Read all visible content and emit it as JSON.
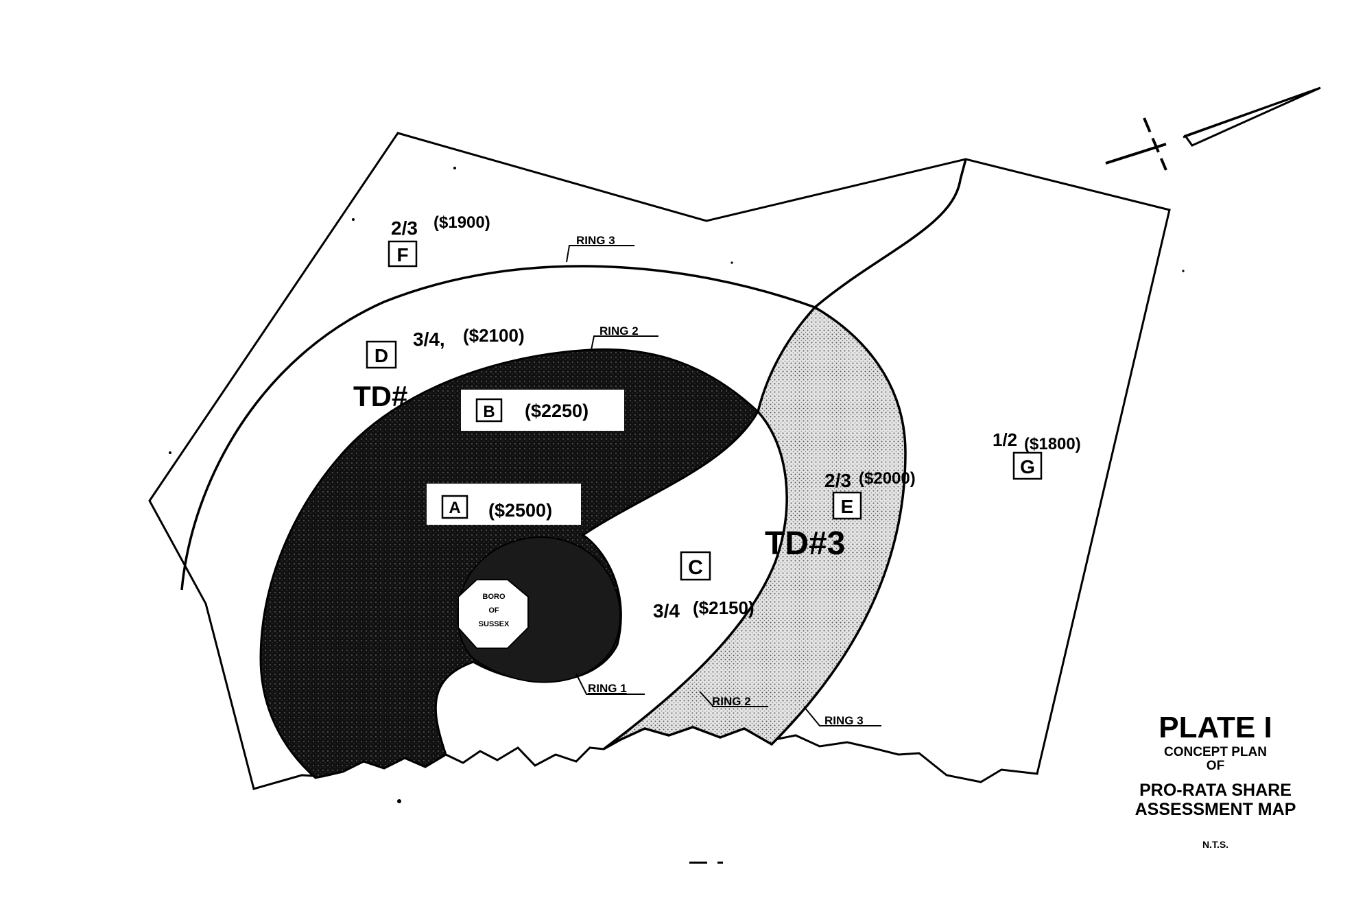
{
  "colors": {
    "ink": "#000000",
    "paper": "#ffffff",
    "stipple_light": "#d9d9d9",
    "stipple_dark": "#1a1a1a"
  },
  "zones": {
    "a": {
      "letter": "A",
      "share": "($2500)"
    },
    "b": {
      "letter": "B",
      "share": "($2250)"
    },
    "c": {
      "letter": "C",
      "fraction": "3/4",
      "share": "($2150)"
    },
    "d": {
      "letter": "D",
      "fraction": "3/4,",
      "share": "($2100)"
    },
    "e": {
      "letter": "E",
      "fraction": "2/3",
      "share": "($2000)"
    },
    "f": {
      "letter": "F",
      "fraction": "2/3",
      "share": "($1900)"
    },
    "g": {
      "letter": "G",
      "fraction": "1/2",
      "share": "($1800)"
    }
  },
  "districts": {
    "td_left": "TD#",
    "td_right": "TD#3"
  },
  "rings": {
    "ring1": "RING 1",
    "ring2_top": "RING 2",
    "ring2_bottom": "RING 2",
    "ring3_top": "RING 3",
    "ring3_bottom": "RING 3"
  },
  "center": {
    "line1": "BORO",
    "line2": "OF",
    "line3": "SUSSEX"
  },
  "title_block": {
    "plate": "PLATE I",
    "line1": "CONCEPT PLAN",
    "line2": "OF",
    "line3": "PRO-RATA SHARE",
    "line4": "ASSESSMENT MAP",
    "scale": "N.T.S."
  },
  "icons": {
    "north_arrow": "north-arrow-icon"
  }
}
